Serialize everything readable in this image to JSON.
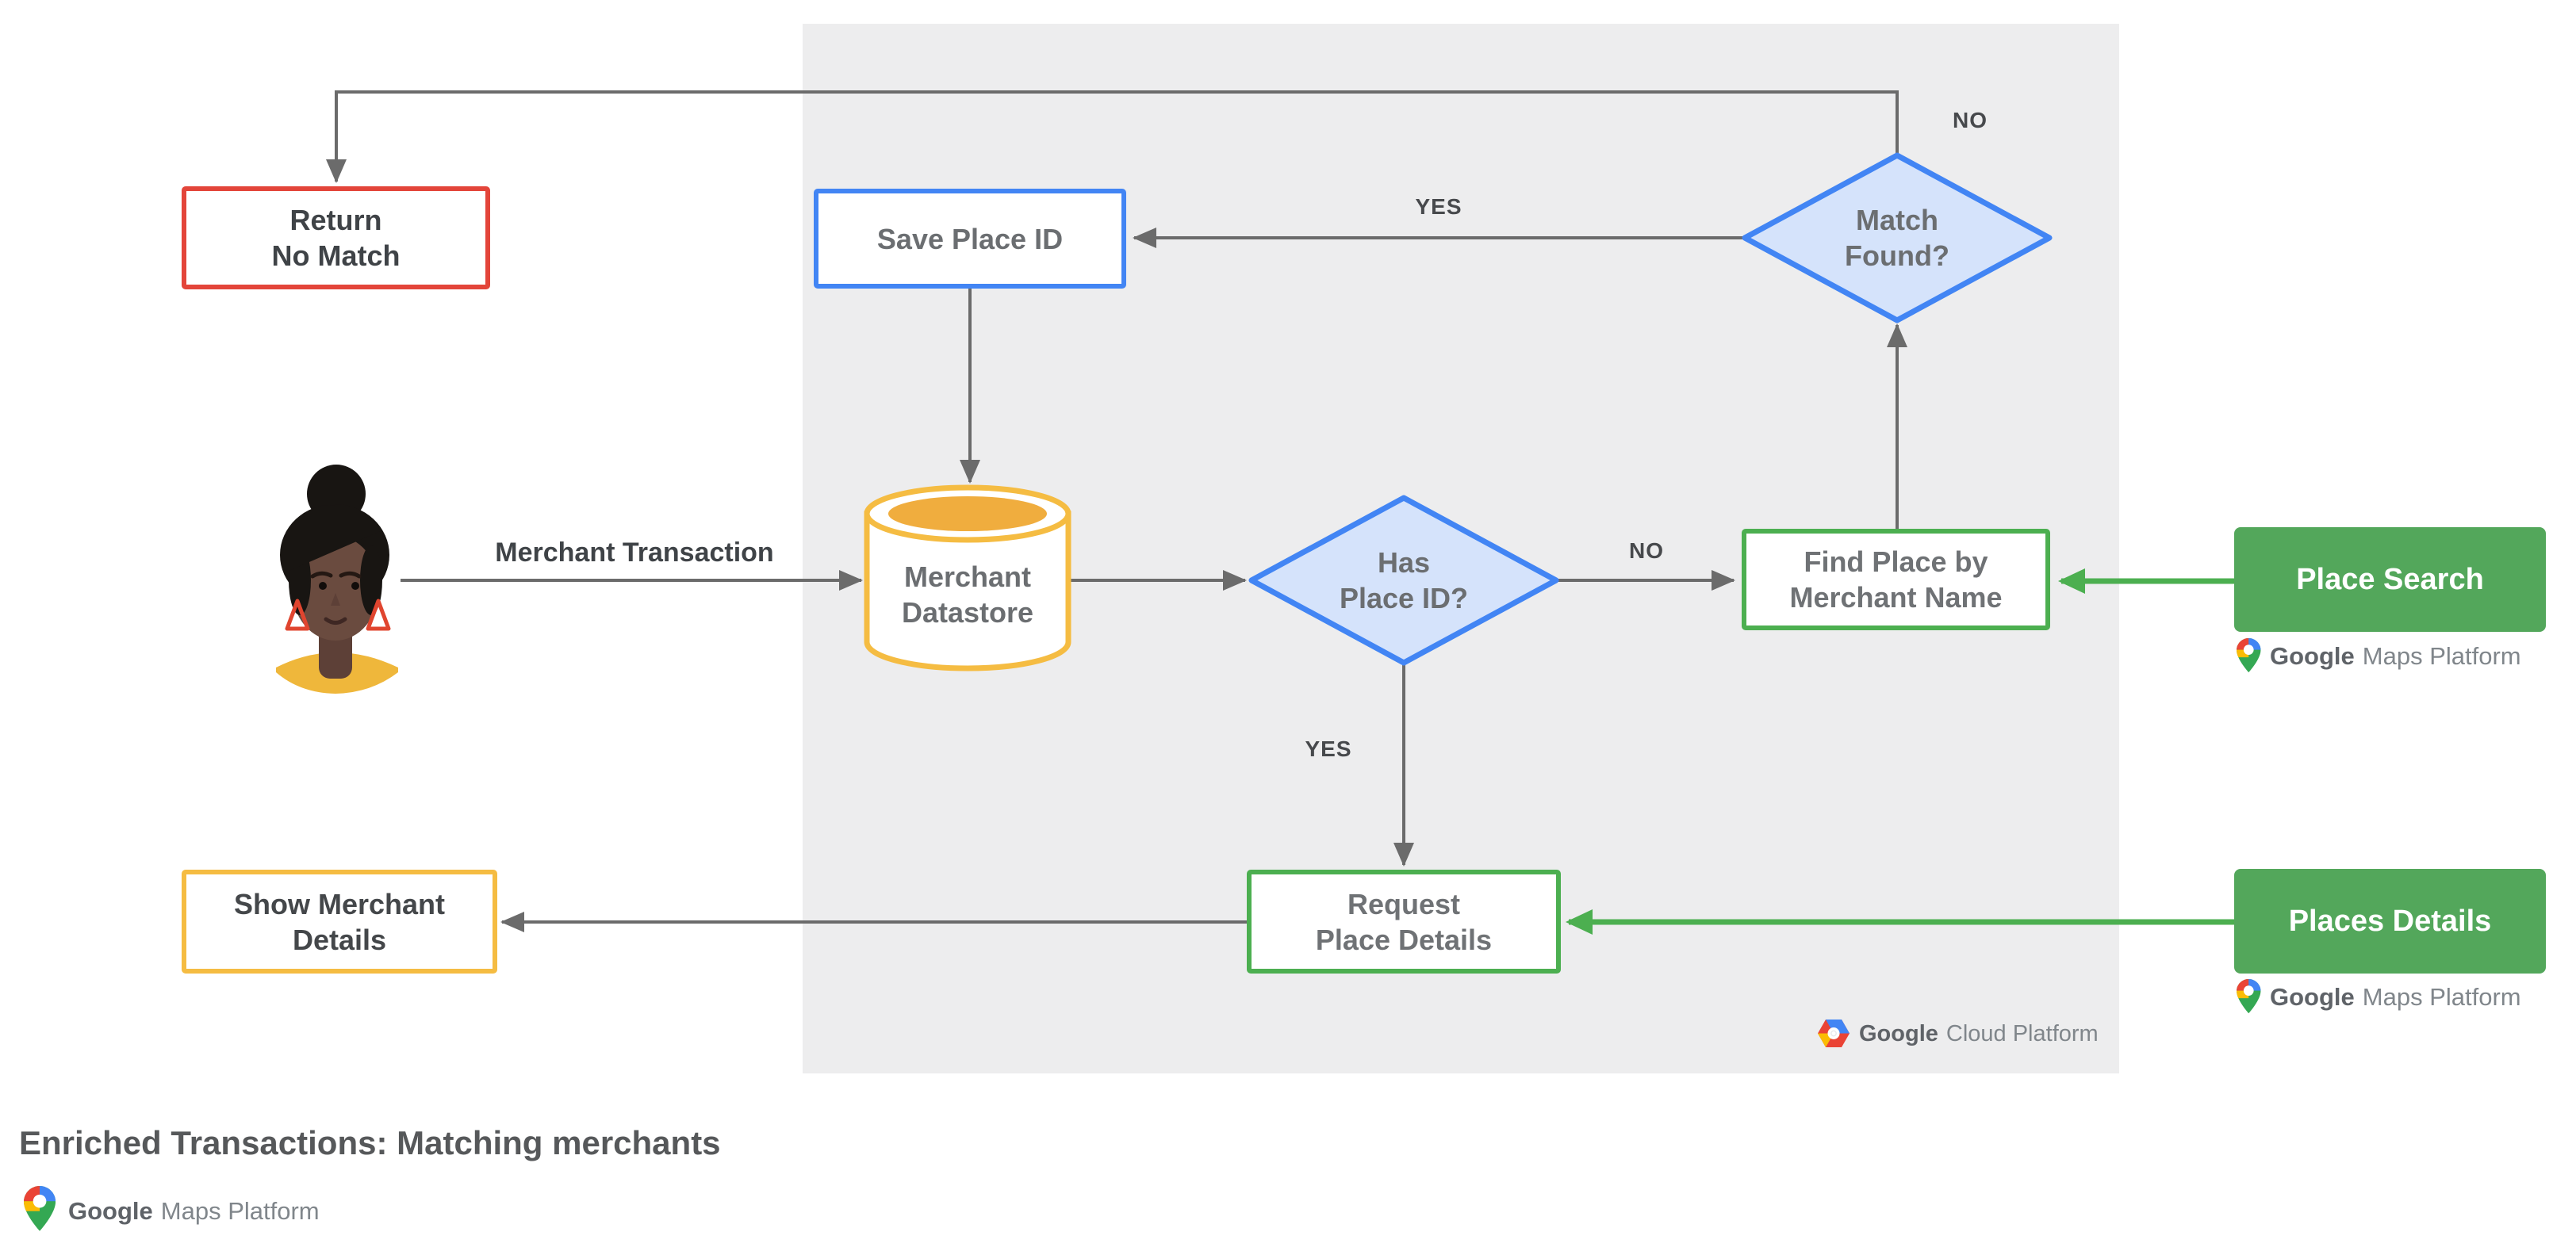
{
  "title": "Enriched Transactions: Matching merchants",
  "nodes": {
    "return_no_match": {
      "line1": "Return",
      "line2": "No Match"
    },
    "save_place_id": {
      "label": "Save Place ID"
    },
    "match_found": {
      "line1": "Match",
      "line2": "Found?"
    },
    "merchant_datastore": {
      "line1": "Merchant",
      "line2": "Datastore"
    },
    "has_place_id": {
      "line1": "Has",
      "line2": "Place ID?"
    },
    "find_place_by_merchant_name": {
      "line1": "Find Place by",
      "line2": "Merchant Name"
    },
    "place_search": {
      "label": "Place Search"
    },
    "request_place_details": {
      "line1": "Request",
      "line2": "Place Details"
    },
    "show_merchant_details": {
      "line1": "Show Merchant",
      "line2": "Details"
    },
    "places_details": {
      "label": "Places Details"
    }
  },
  "edge_labels": {
    "merchant_transaction": "Merchant Transaction",
    "no_top": "NO",
    "yes_save": "YES",
    "no_find": "NO",
    "yes_request": "YES"
  },
  "logos": {
    "gmp_place_search": {
      "part1": "Google",
      "part2": "Maps Platform"
    },
    "gmp_places_details": {
      "part1": "Google",
      "part2": "Maps Platform"
    },
    "gcp": {
      "part1": "Google",
      "part2": "Cloud Platform"
    },
    "gmp_footer": {
      "part1": "Google",
      "part2": "Maps Platform"
    }
  },
  "colors": {
    "google_blue": "#4285F4",
    "diamond_fill": "#D5E3FB",
    "google_green_border": "#4CAF50",
    "green_box_fill": "#53A75B",
    "google_red": "#E3453A",
    "google_yellow": "#F5BC42",
    "cylinder_top_fill": "#F0AD3E",
    "panel_gray": "#EDEDEE",
    "line_gray": "#6B6B6B",
    "node_text_gray": "#6B6E71",
    "dark_text": "#3F4347",
    "pin_red": "#EA4335",
    "pin_blue": "#4285F4",
    "pin_yellow": "#FBBC04",
    "pin_green": "#34A853"
  }
}
